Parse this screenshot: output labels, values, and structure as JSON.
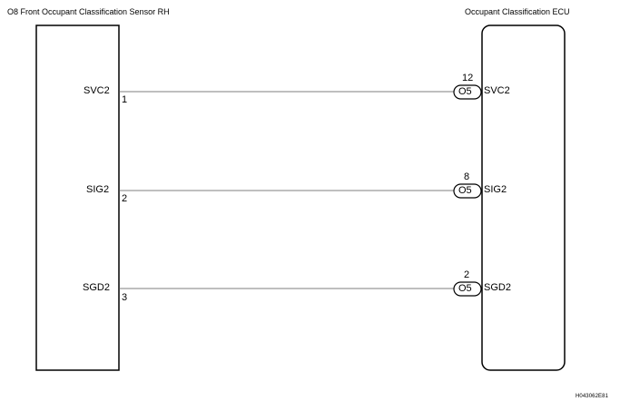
{
  "left_component": {
    "title": "O8  Front Occupant Classification Sensor RH",
    "pins": [
      {
        "name": "SVC2",
        "number": "1"
      },
      {
        "name": "SIG2",
        "number": "2"
      },
      {
        "name": "SGD2",
        "number": "3"
      }
    ]
  },
  "right_component": {
    "title": "Occupant Classification ECU",
    "pins": [
      {
        "name": "SVC2",
        "number": "12",
        "connector": "O5"
      },
      {
        "name": "SIG2",
        "number": "8",
        "connector": "O5"
      },
      {
        "name": "SGD2",
        "number": "2",
        "connector": "O5"
      }
    ]
  },
  "diagram_code": "H043062E81"
}
